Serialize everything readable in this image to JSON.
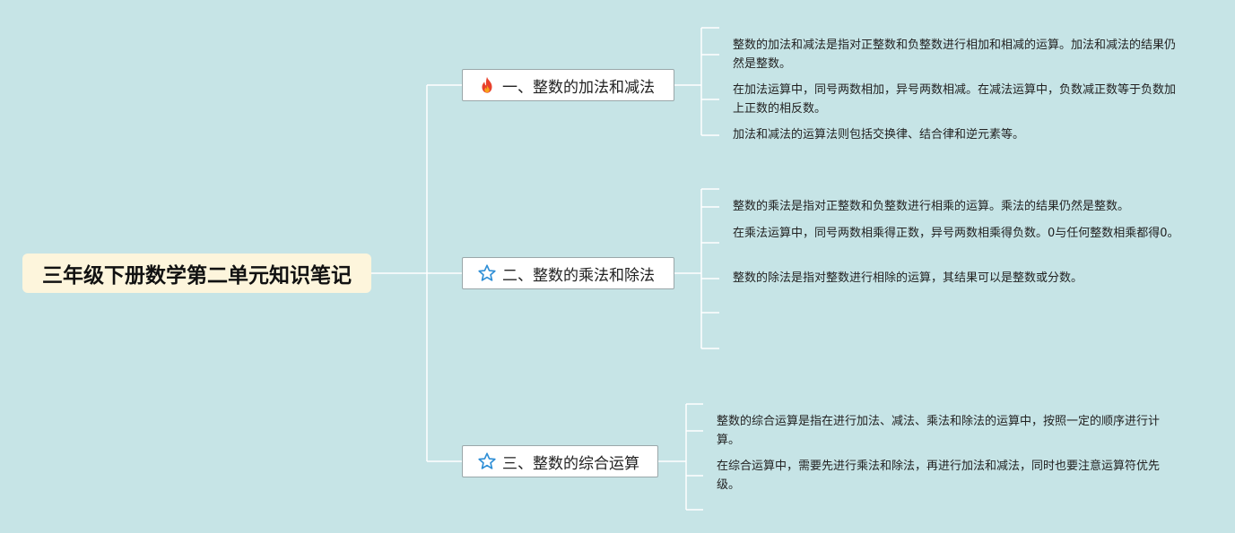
{
  "root": {
    "title": "三年级下册数学第二单元知识笔记"
  },
  "branches": [
    {
      "label": "一、整数的加法和减法",
      "icon": "fire-icon",
      "notes": [
        "整数的加法和减法是指对正整数和负整数进行相加和相减的运算。加法和减法的结果仍然是整数。",
        "在加法运算中，同号两数相加，异号两数相减。在减法运算中，负数减正数等于负数加上正数的相反数。",
        "加法和减法的运算法则包括交换律、结合律和逆元素等。"
      ]
    },
    {
      "label": "二、整数的乘法和除法",
      "icon": "star-outline-icon",
      "notes": [
        "整数的乘法是指对正整数和负整数进行相乘的运算。乘法的结果仍然是整数。",
        "在乘法运算中，同号两数相乘得正数，异号两数相乘得负数。0与任何整数相乘都得0。",
        "整数的除法是指对整数进行相除的运算，其结果可以是整数或分数。"
      ]
    },
    {
      "label": "三、整数的综合运算",
      "icon": "star-outline-icon",
      "notes": [
        "整数的综合运算是指在进行加法、减法、乘法和除法的运算中，按照一定的顺序进行计算。",
        "在综合运算中，需要先进行乘法和除法，再进行加法和减法，同时也要注意运算符优先级。"
      ]
    }
  ],
  "colors": {
    "background": "#c6e4e6",
    "root_fill": "#fdf5dc",
    "line": "#ffffff",
    "fire": "#e8412c",
    "star": "#2f8fd6"
  }
}
